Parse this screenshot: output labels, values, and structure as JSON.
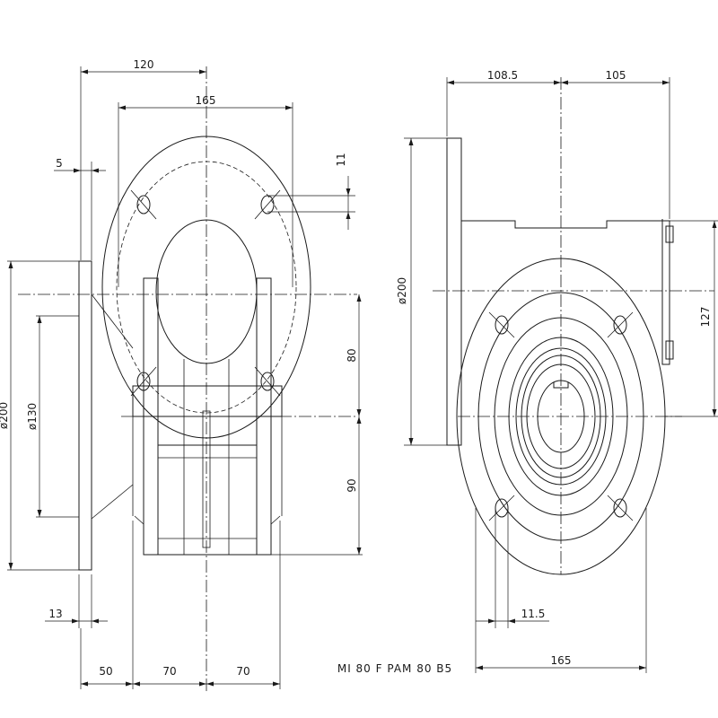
{
  "drawing": {
    "model_label": "MI 80 F PAM 80 B5",
    "dimensions": {
      "top_120": "120",
      "top_165": "165",
      "flange_5": "5",
      "hole_11": "11",
      "flange_dia_200": "ø200",
      "pcd_130": "ø130",
      "center_80": "80",
      "center_90": "90",
      "flange_13": "13",
      "bottom_50": "50",
      "bottom_70a": "70",
      "bottom_70b": "70",
      "right_108_5": "108.5",
      "right_105": "105",
      "right_dia_200": "ø200",
      "right_127": "127",
      "right_11_5": "11.5",
      "right_165": "165"
    }
  }
}
